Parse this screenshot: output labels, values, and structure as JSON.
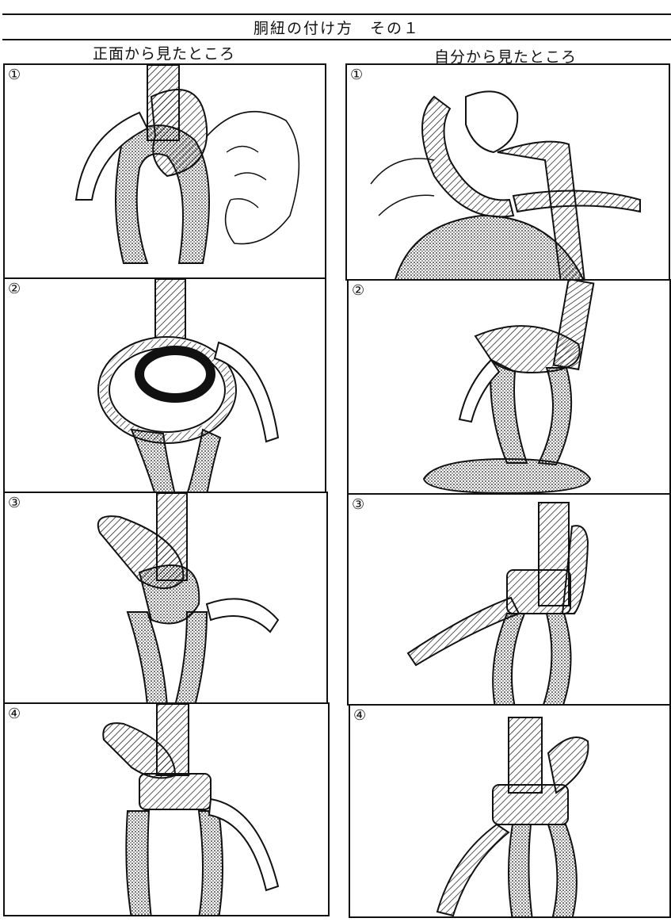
{
  "page": {
    "title": "胴紐の付け方　その１"
  },
  "columns": {
    "front": {
      "label": "正面から見たところ"
    },
    "self": {
      "label": "自分から見たところ"
    }
  },
  "steps": {
    "front": [
      "①",
      "②",
      "③",
      "④"
    ],
    "self": [
      "①",
      "②",
      "③",
      "④"
    ]
  },
  "colors": {
    "ink": "#111111",
    "paper": "#ffffff"
  }
}
